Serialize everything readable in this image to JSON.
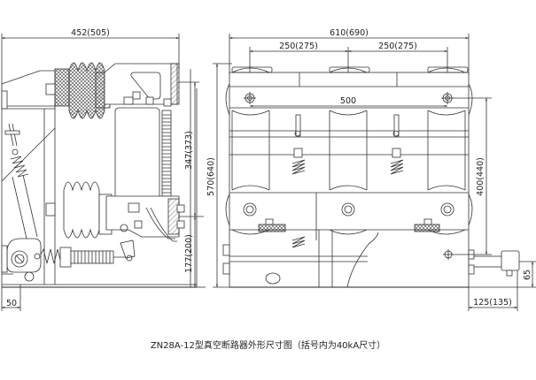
{
  "caption": "ZN28A-12型真空断路器外形尺寸图（括号内为40kA尺寸）",
  "side_view": {
    "dim_width": "452(505)",
    "dim_upper_height": "347(373)",
    "dim_lower_height": "177(200)",
    "dim_left_offset": "50"
  },
  "front_view": {
    "dim_total_width": "610(690)",
    "dim_pole_spacing_left": "250(275)",
    "dim_pole_spacing_right": "250(275)",
    "dim_mount_holes": "500",
    "dim_total_height": "570(640)",
    "dim_mount_height": "400(440)",
    "dim_shaft_extension": "125(135)",
    "dim_shaft_height": "65"
  }
}
